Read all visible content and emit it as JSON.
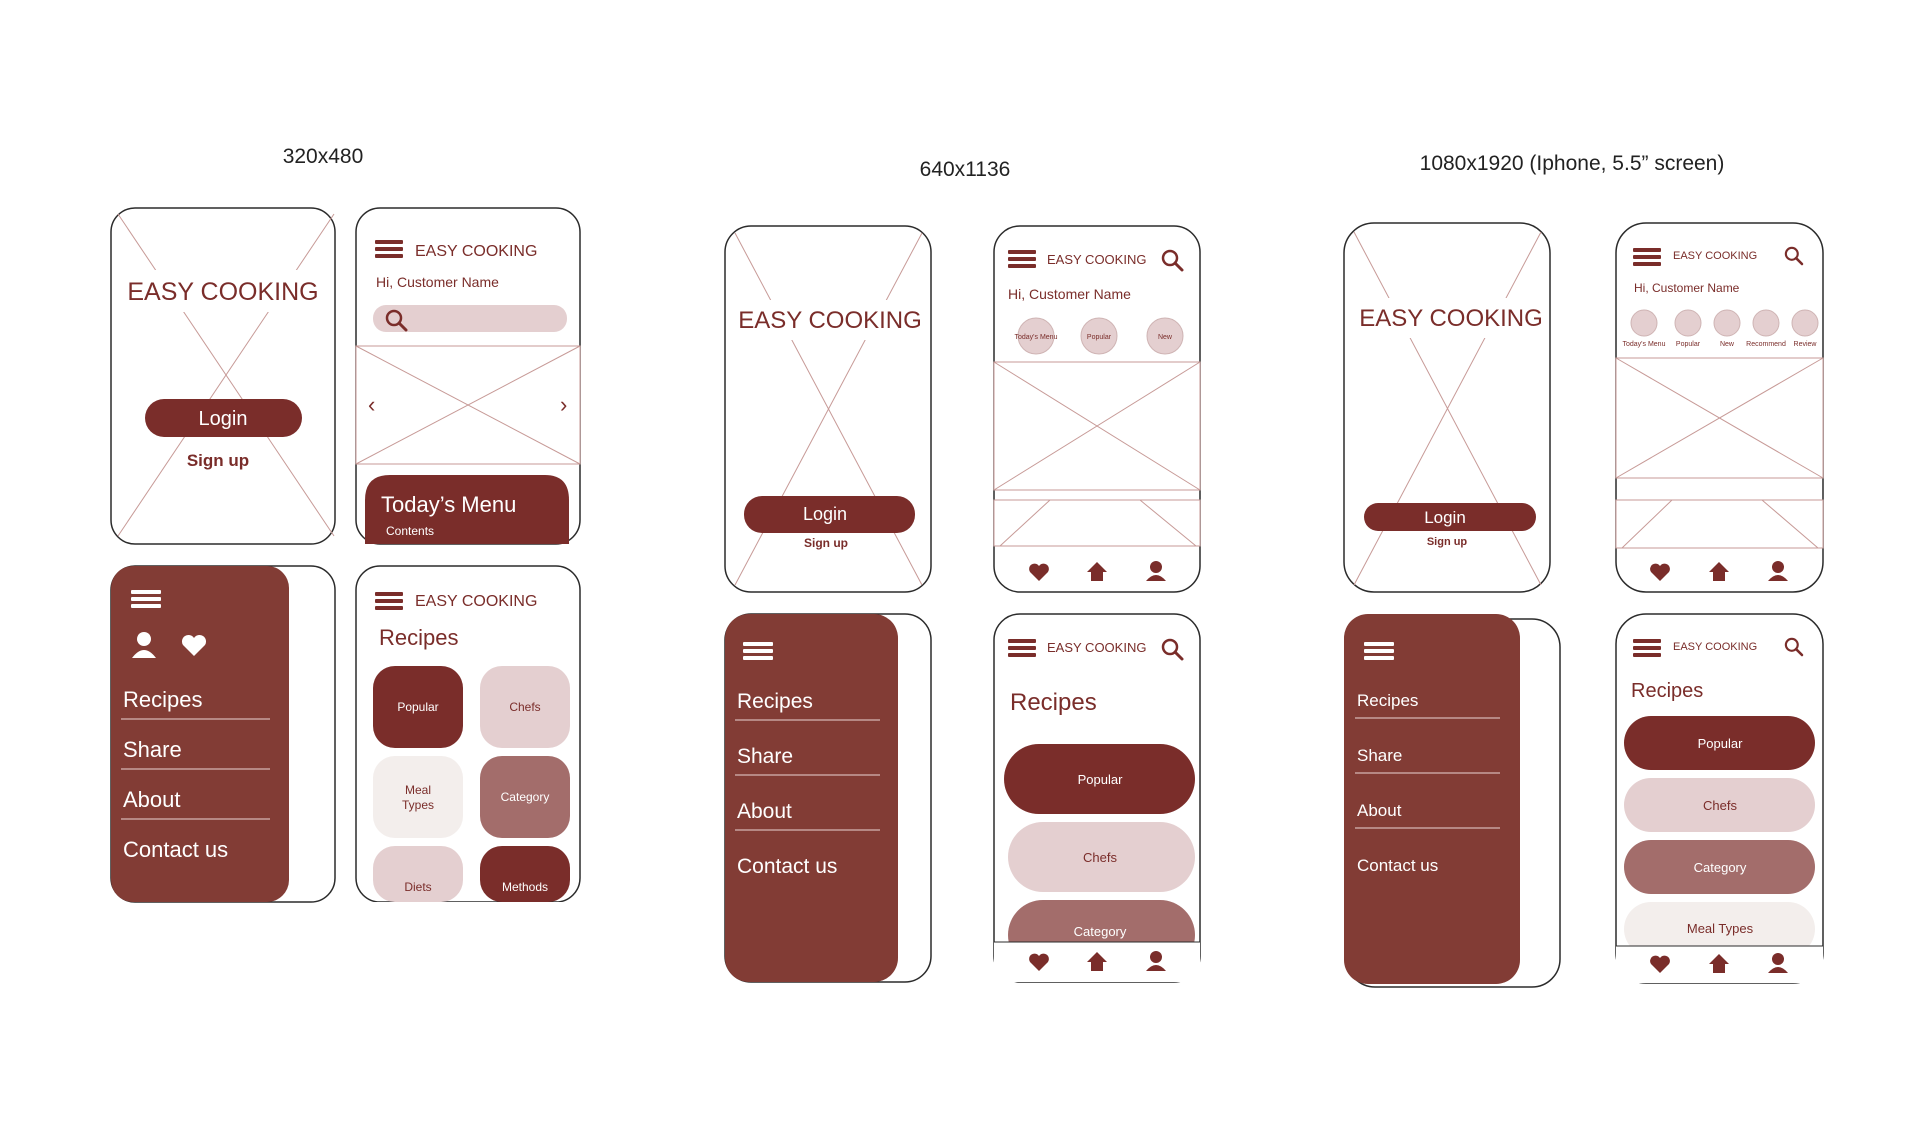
{
  "colors": {
    "accent": "#7a2d2a",
    "panel": "#823c35",
    "light": "#e4cfd0",
    "mid": "#a36d6b",
    "pale": "#f3eeec",
    "line": "#c79a97",
    "outline": "#2b2b2b"
  },
  "icons": [
    "hamburger-icon",
    "search-icon",
    "heart-icon",
    "home-icon",
    "user-icon",
    "chevron-left-icon",
    "chevron-right-icon"
  ],
  "sizes": {
    "s1": "320x480",
    "s2": "640x1136",
    "s3": "1080x1920 (Iphone, 5.5” screen)"
  },
  "app": {
    "title": "EASY COOKING",
    "login": "Login",
    "signup": "Sign up",
    "greeting": "Hi, Customer Name",
    "todays_menu": "Today’s Menu",
    "contents": "Contents",
    "recipes": "Recipes"
  },
  "menu": [
    "Recipes",
    "Share",
    "About",
    "Contact us"
  ],
  "home_circles_small": [
    "Today's Menu",
    "Popular",
    "New"
  ],
  "home_circles_large": [
    "Today's Menu",
    "Popular",
    "New",
    "Recommend",
    "Review"
  ],
  "recipes_grid": [
    "Popular",
    "Chefs",
    "Meal Types",
    "Category",
    "Diets",
    "Methods"
  ],
  "recipes_list_s2": [
    "Popular",
    "Chefs",
    "Category"
  ],
  "recipes_list_s3": [
    "Popular",
    "Chefs",
    "Category",
    "Meal Types"
  ]
}
